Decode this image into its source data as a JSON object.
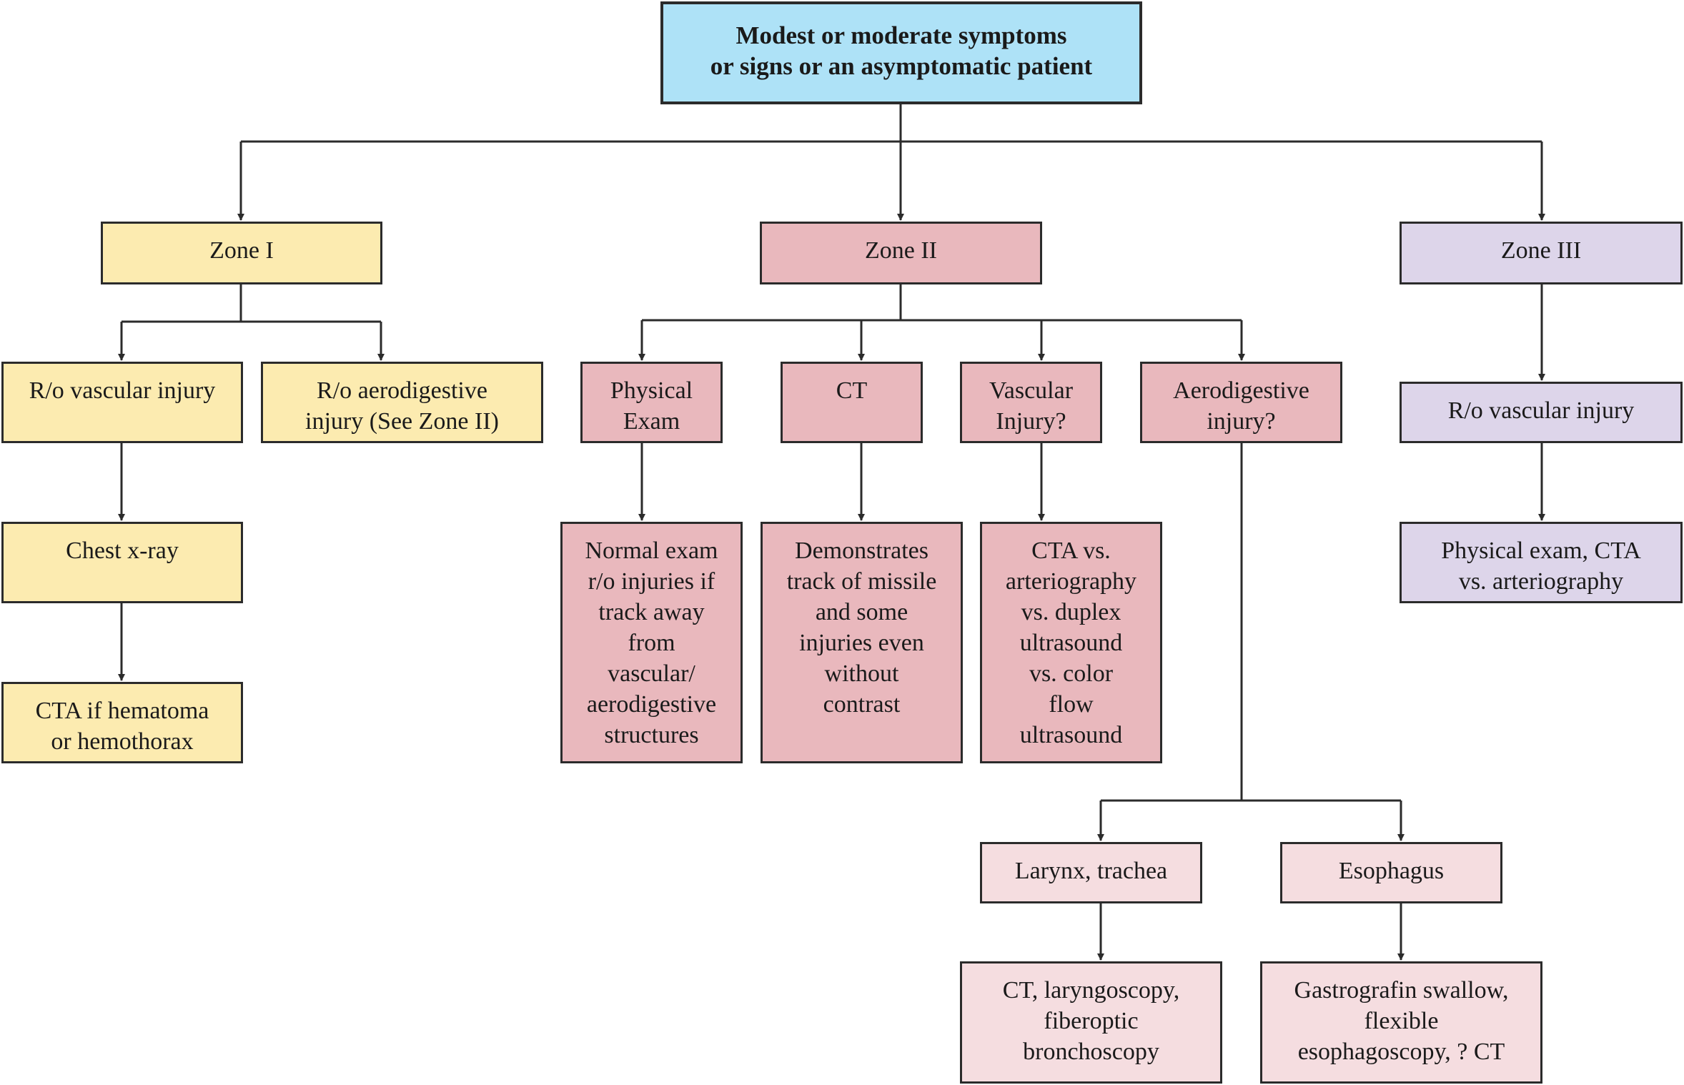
{
  "root": {
    "label": "Modest or moderate symptoms\nor signs or an asymptomatic patient"
  },
  "zone1": {
    "title": "Zone I",
    "vascular": "R/o vascular injury",
    "aerodigestive": "R/o aerodigestive\ninjury (See Zone II)",
    "chest_xray": "Chest x-ray",
    "cta": "CTA if hematoma\nor hemothorax"
  },
  "zone2": {
    "title": "Zone II",
    "physical_exam": "Physical\nExam",
    "ct": "CT",
    "vascular_injury": "Vascular\nInjury?",
    "aerodigestive_injury": "Aerodigestive\ninjury?",
    "normal_exam": "Normal exam\nr/o injuries if\ntrack away\nfrom\nvascular/\naerodigestive\nstructures",
    "ct_result": "Demonstrates\ntrack of missile\nand some\ninjuries even\nwithout\ncontrast",
    "vascular_result": "CTA vs.\narteriography\nvs. duplex\nultrasound\nvs. color\nflow\nultrasound",
    "larynx": "Larynx, trachea",
    "esophagus": "Esophagus",
    "larynx_result": "CT, laryngoscopy,\nfiberoptic\nbronchoscopy",
    "esophagus_result": "Gastrografin swallow,\nflexible\nesophagoscopy, ? CT"
  },
  "zone3": {
    "title": "Zone III",
    "vascular": "R/o vascular injury",
    "result": "Physical exam, CTA\nvs. arteriography"
  },
  "colors": {
    "root": "#aee2f7",
    "zone1": "#fcebb0",
    "zone2": "#e9b8bd",
    "zone2_light": "#f5dde0",
    "zone3": "#ddd5ea",
    "line": "#2b2b2b"
  }
}
